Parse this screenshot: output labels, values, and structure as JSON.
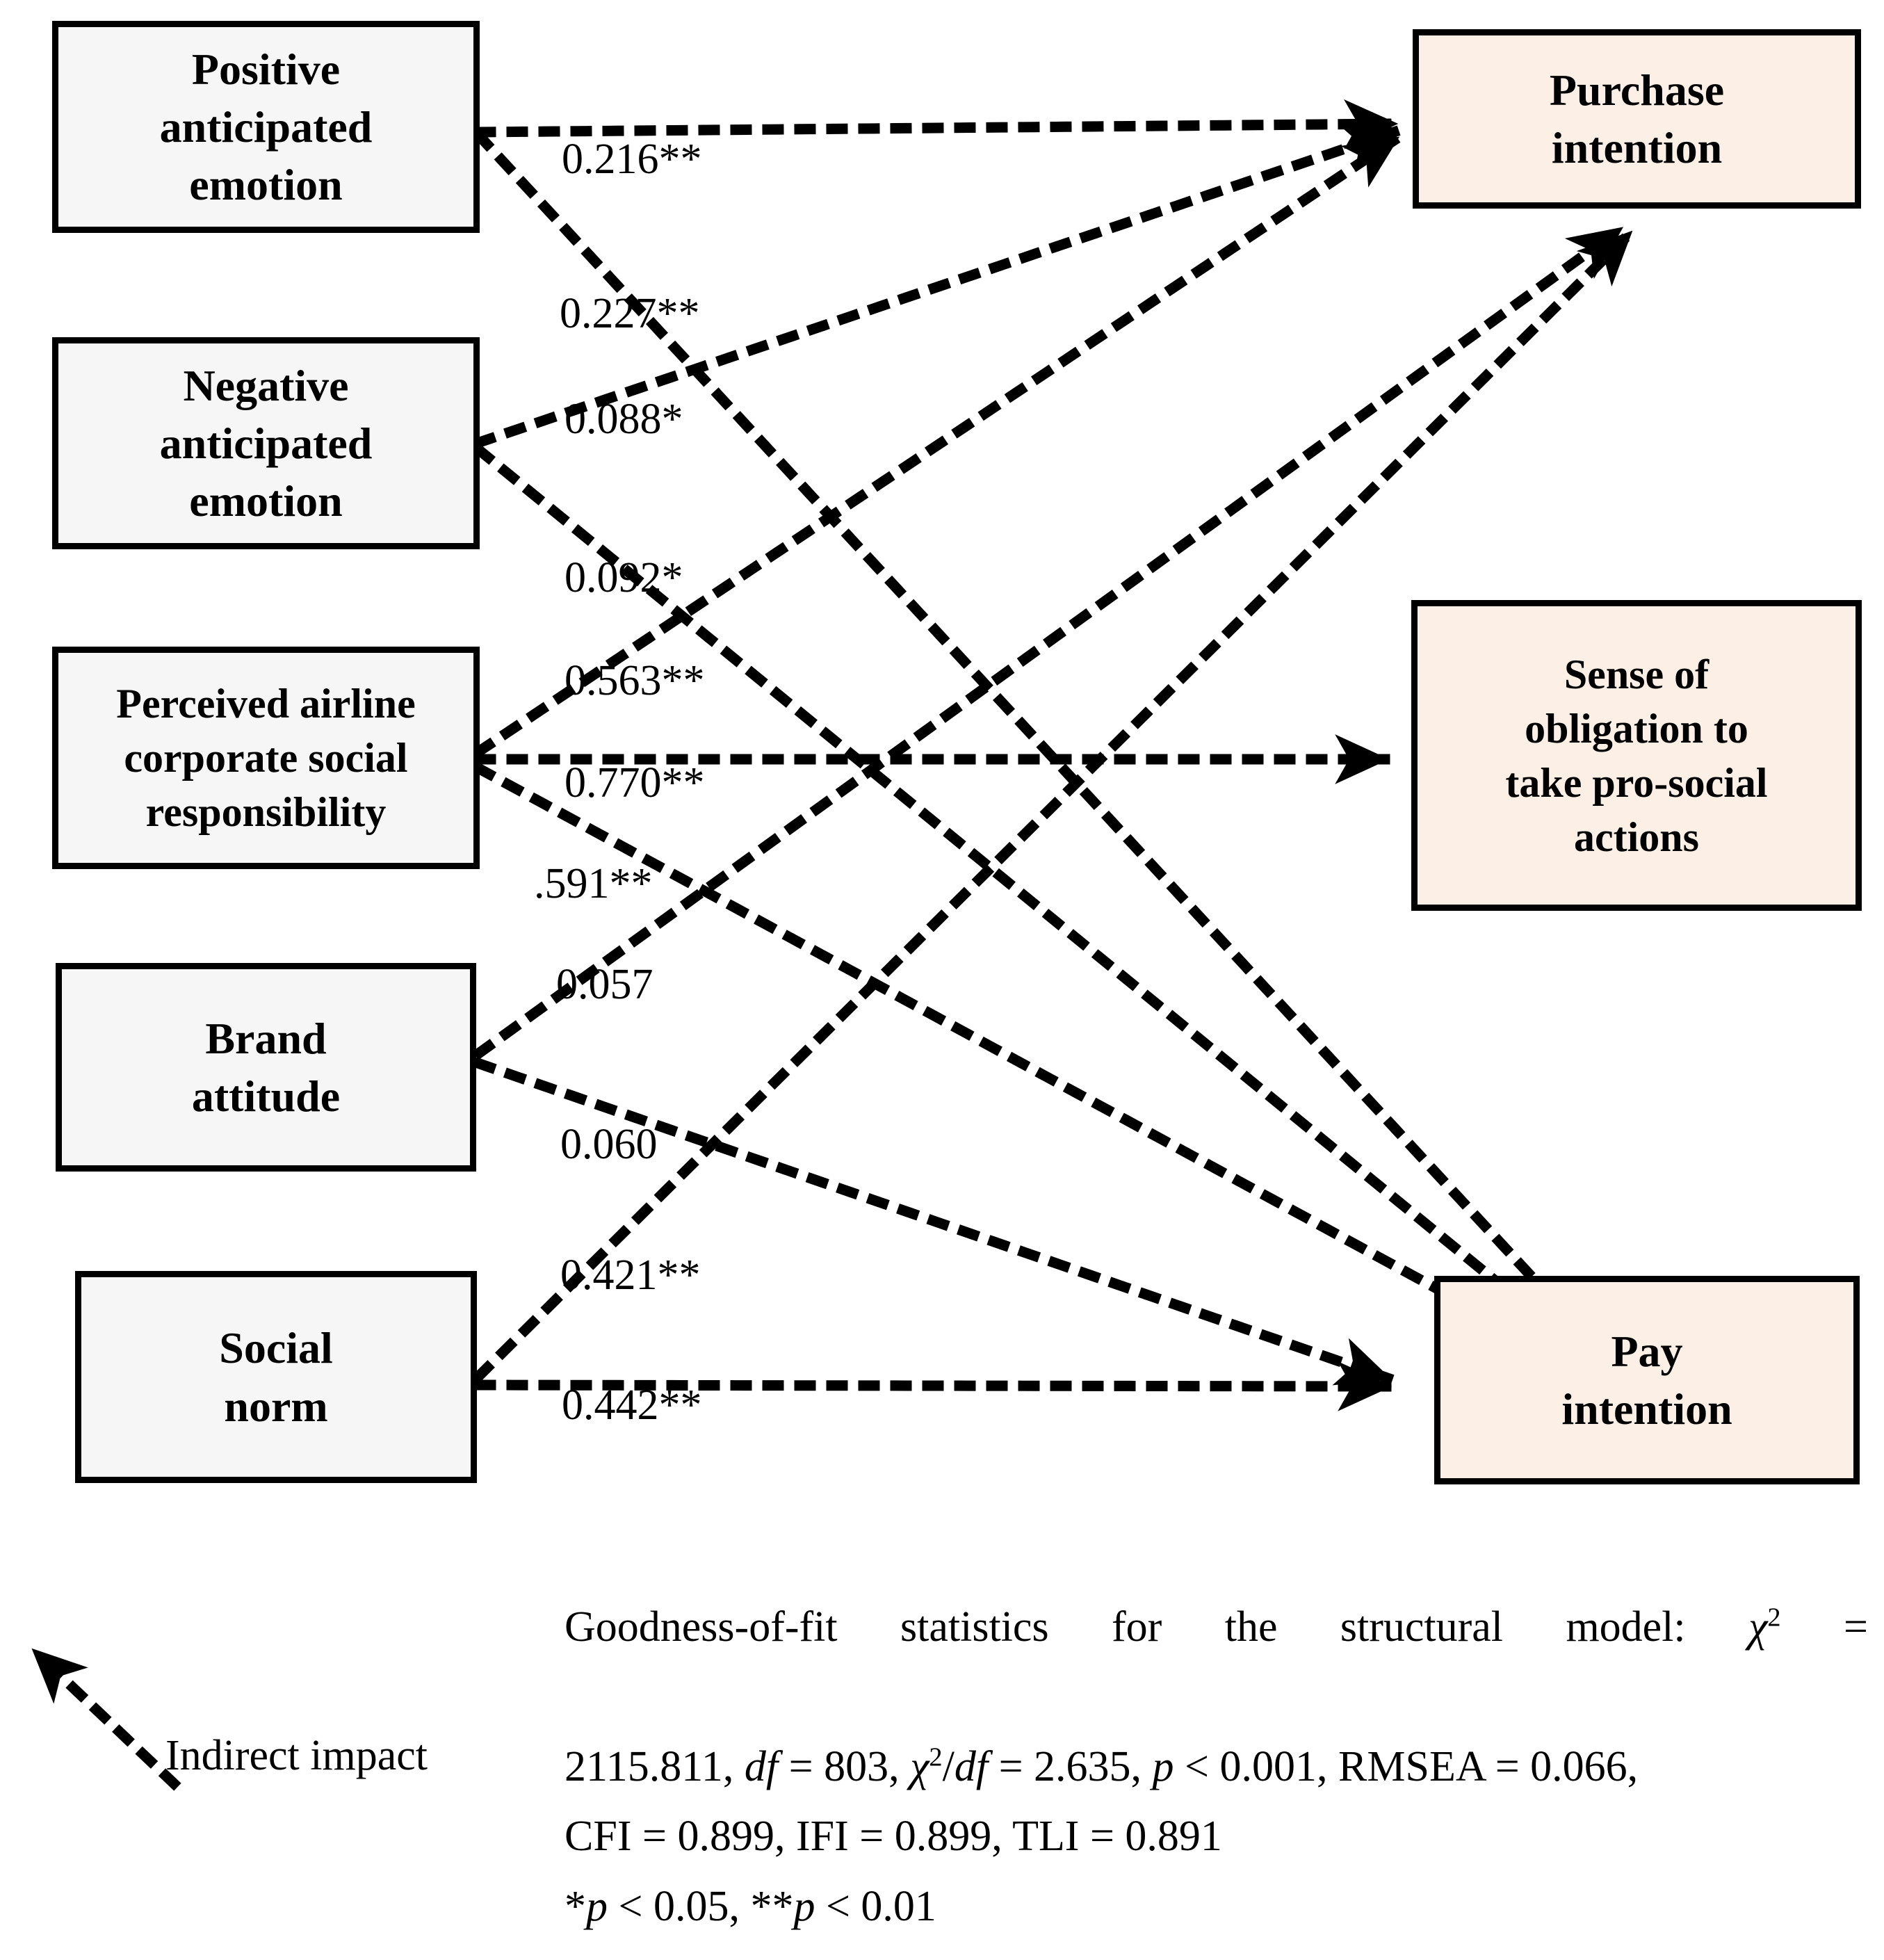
{
  "diagram": {
    "title": "Structural model of airline corporate social responsibility",
    "type": "path-diagram",
    "predictor_fill": "#f6f6f6",
    "outcome_fill": "#fbefe6",
    "line_style": "dotted",
    "nodes": [
      {
        "id": "pae",
        "label": "Positive\nanticipated\nemotion",
        "role": "predictor"
      },
      {
        "id": "nae",
        "label": "Negative\nanticipated\nemotion",
        "role": "predictor"
      },
      {
        "id": "csr",
        "label": "Perceived airline\ncorporate social\nresponsibility",
        "role": "predictor"
      },
      {
        "id": "ba",
        "label": "Brand\nattitude",
        "role": "predictor"
      },
      {
        "id": "sn",
        "label": "Social\nnorm",
        "role": "predictor"
      },
      {
        "id": "pi",
        "label": "Purchase\nintention",
        "role": "outcome"
      },
      {
        "id": "so",
        "label": "Sense of\nobligation to\ntake pro-social\nactions",
        "role": "outcome"
      },
      {
        "id": "pay",
        "label": "Pay\nintention",
        "role": "outcome"
      }
    ],
    "paths": [
      {
        "from": "pae",
        "to": "pi",
        "coefficient": "0.216**",
        "value": 0.216,
        "significance": "**"
      },
      {
        "from": "pae",
        "to": "pay",
        "coefficient": "0.227**",
        "value": 0.227,
        "significance": "**"
      },
      {
        "from": "nae",
        "to": "pi",
        "coefficient": "0.088*",
        "value": 0.088,
        "significance": "*"
      },
      {
        "from": "nae",
        "to": "pay",
        "coefficient": "0.092*",
        "value": 0.092,
        "significance": "*"
      },
      {
        "from": "csr",
        "to": "pi",
        "coefficient": "0.563**",
        "value": 0.563,
        "significance": "**"
      },
      {
        "from": "csr",
        "to": "so",
        "coefficient": "0.770**",
        "value": 0.77,
        "significance": "**"
      },
      {
        "from": "csr",
        "to": "pay",
        "coefficient": ".591**",
        "value": 0.591,
        "significance": "**"
      },
      {
        "from": "ba",
        "to": "pi",
        "coefficient": "0.057",
        "value": 0.057,
        "significance": ""
      },
      {
        "from": "ba",
        "to": "pay",
        "coefficient": "0.060",
        "value": 0.06,
        "significance": ""
      },
      {
        "from": "sn",
        "to": "pi",
        "coefficient": "0.421**",
        "value": 0.421,
        "significance": "**"
      },
      {
        "from": "sn",
        "to": "pay",
        "coefficient": "0.442**",
        "value": 0.442,
        "significance": "**"
      }
    ],
    "coefficient_labels": [
      "0.216**",
      "0.227**",
      "0.088*",
      "0.092*",
      "0.563**",
      "0.770**",
      ".591**",
      "0.057",
      "0.060",
      "0.421**",
      "0.442**"
    ]
  },
  "legend": {
    "indirect_impact_label": "Indirect impact",
    "arrow_icon": "dotted-arrow-icon"
  },
  "fit_statistics": {
    "line1_a": "Goodness-of-fit statistics for the structural model: ",
    "chi_symbol": "χ",
    "chi_sup": "2",
    "line1_b": " = ",
    "line2_chisq": "2115.811, ",
    "df_label": "df",
    "line2_df": " = 803, ",
    "line2_ratio_b": " = 2.635, ",
    "p_label": "p",
    "line2_p": " < 0.001, RMSEA = 0.066,",
    "line3": "CFI = 0.899, IFI = 0.899, TLI = 0.891",
    "line4_a": "*",
    "line4_p1": "p",
    "line4_b": " < 0.05, **",
    "line4_p2": "p",
    "line4_c": " < 0.01",
    "values": {
      "chi_square": 2115.811,
      "df": 803,
      "chi_square_over_df": 2.635,
      "p": "< 0.001",
      "RMSEA": 0.066,
      "CFI": 0.899,
      "IFI": 0.899,
      "TLI": 0.891
    },
    "significance_note": "*p < 0.05, **p < 0.01"
  }
}
